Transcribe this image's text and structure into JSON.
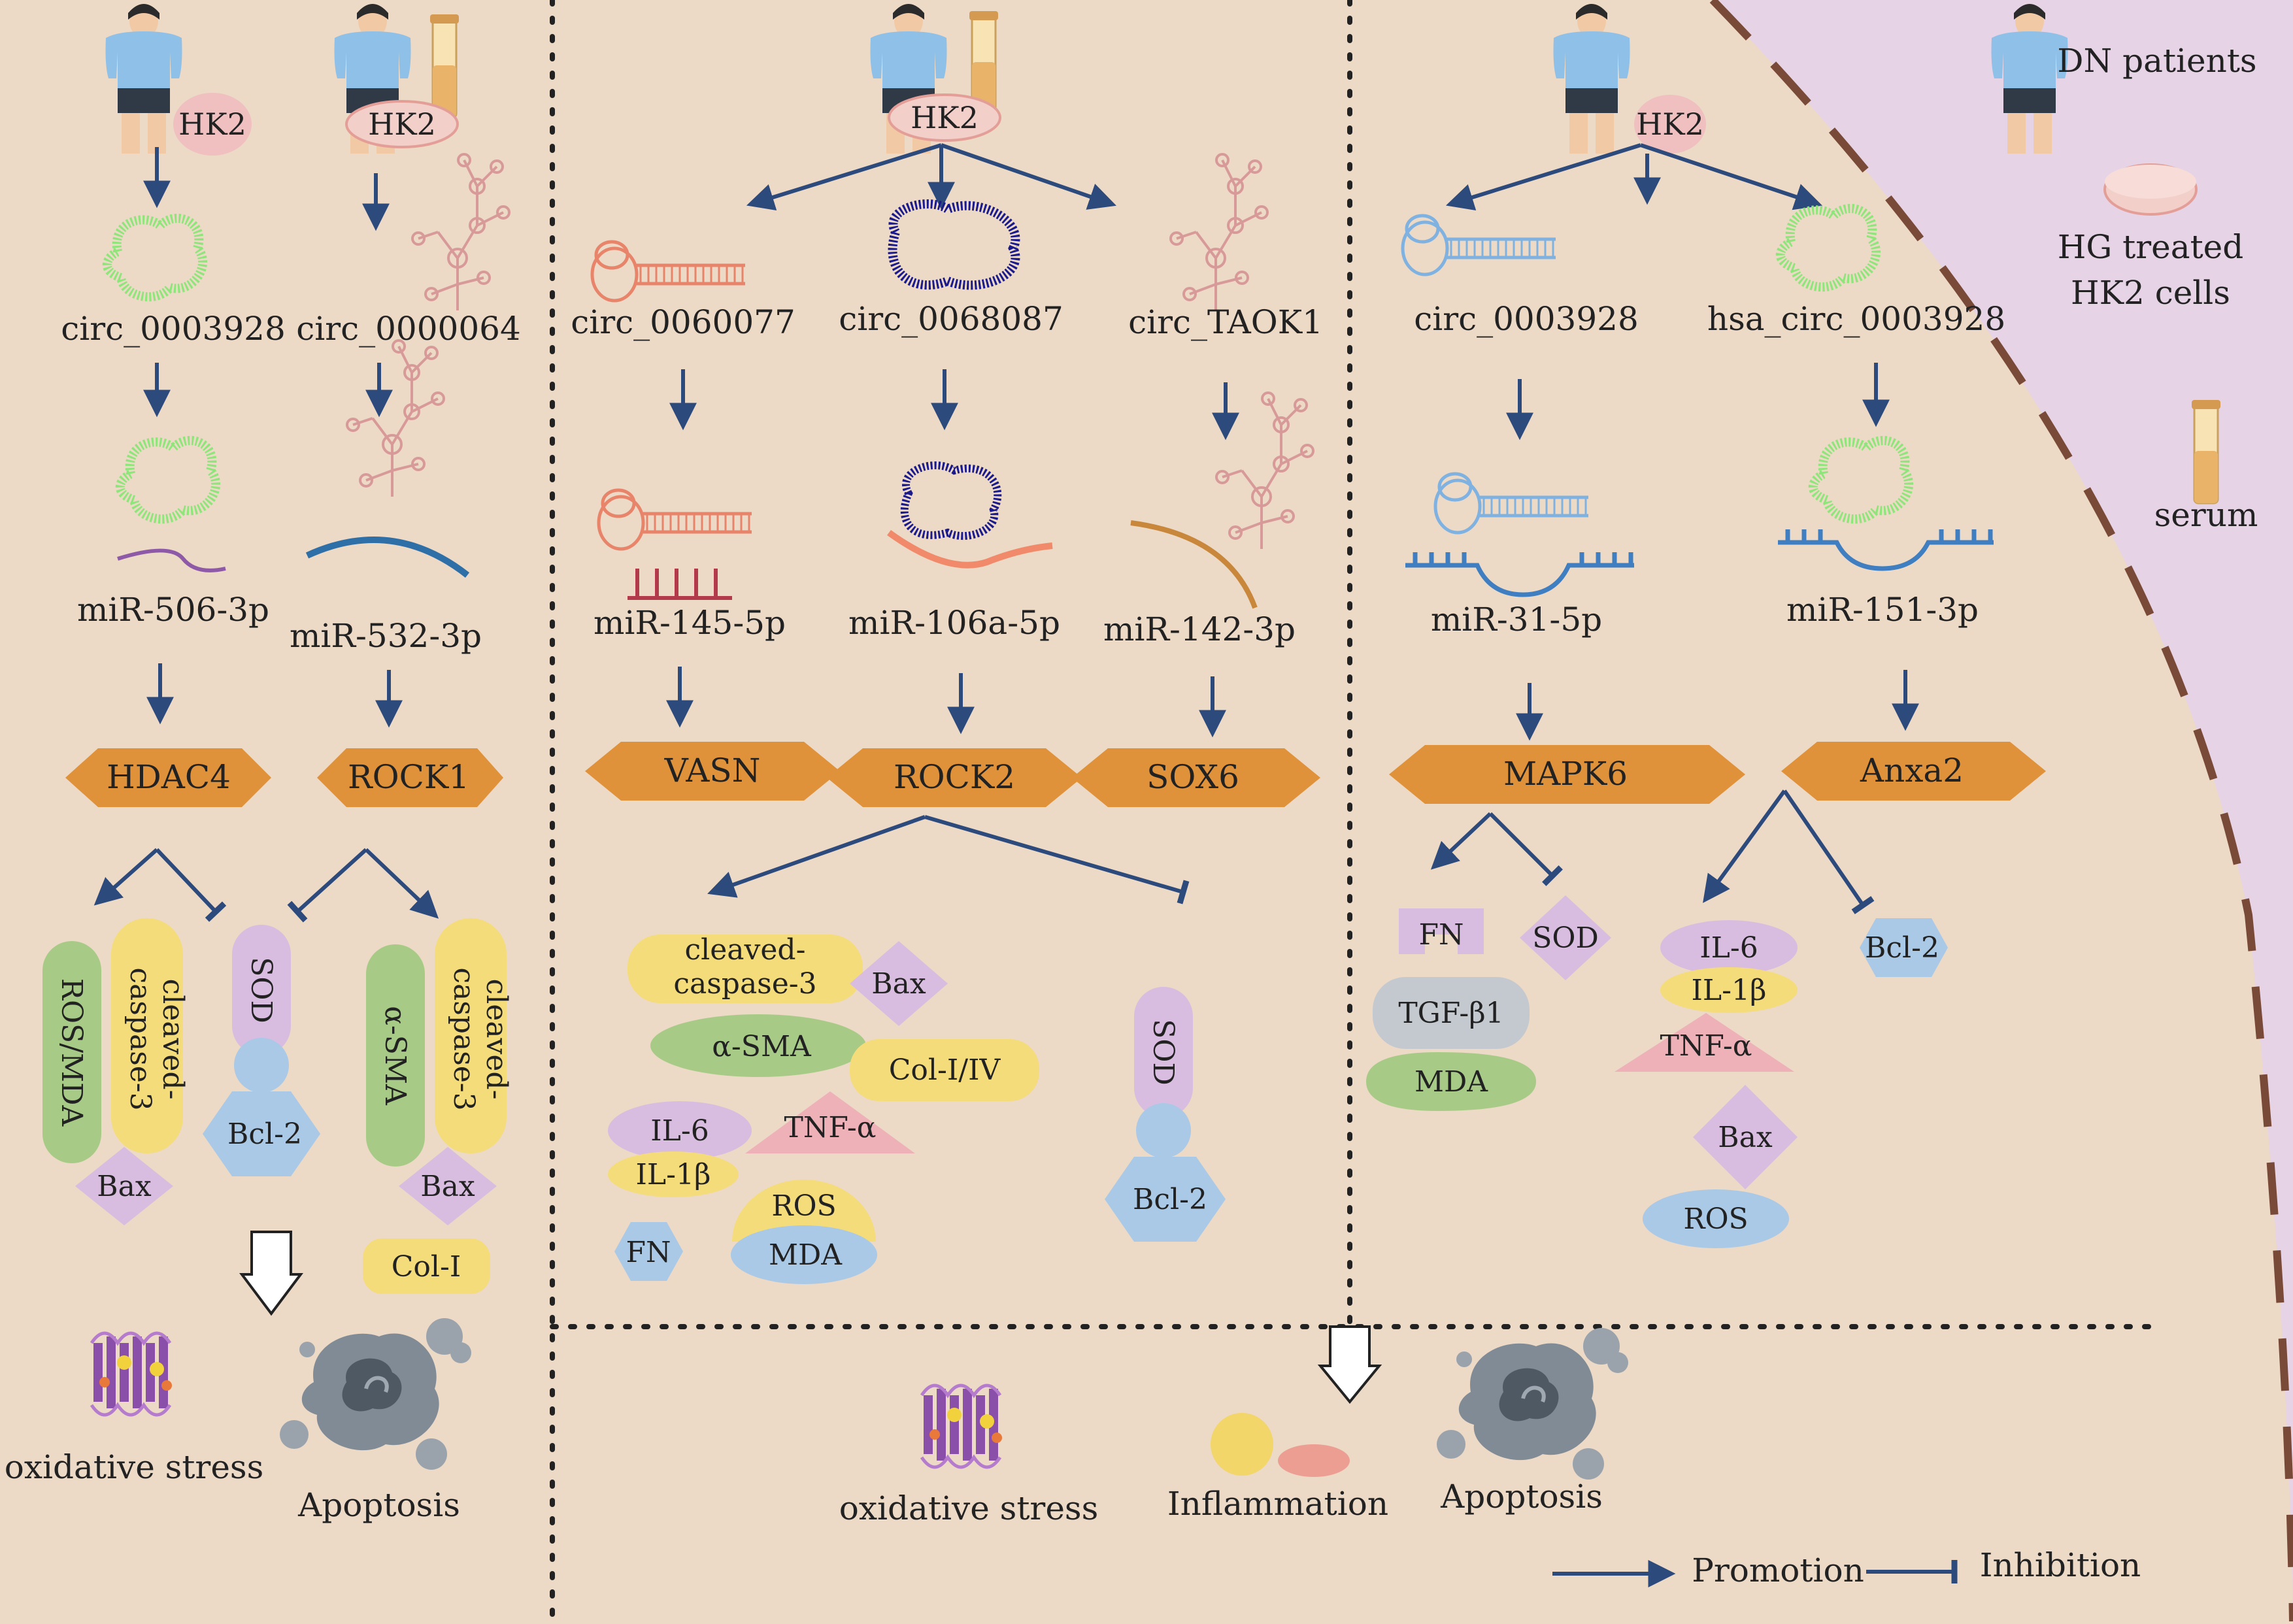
{
  "colors": {
    "background": "#ecd9c6",
    "right_panel": "#e6d3e6",
    "arrow": "#2d4a7c",
    "hexagon": "#e0923a",
    "purple": "#d9bde0",
    "yellow": "#f5dc7a",
    "green": "#a7cb86",
    "blue": "#a9c9e6",
    "pink": "#efb1b8",
    "gray": "#c4c9d0",
    "membrane": "#7a4a38"
  },
  "legend": {
    "dn_patients": "DN patients",
    "hg_cells_line1": "HG treated",
    "hg_cells_line2": "HK2 cells",
    "serum": "serum",
    "promotion": "Promotion",
    "inhibition": "Inhibition"
  },
  "panel1": {
    "hk2_a": "HK2",
    "hk2_b": "HK2",
    "circ_a": "circ_0003928",
    "circ_b": "circ_0000064",
    "mir_a": "miR-506-3p",
    "mir_b": "miR-532-3p",
    "target_a": "HDAC4",
    "target_b": "ROCK1",
    "ros_mda": "ROS/MDA",
    "cleaved_a1": "cleaved-",
    "cleaved_a2": "caspase-3",
    "bax_a": "Bax",
    "sod": "SOD",
    "bcl2": "Bcl-2",
    "asma": "α-SMA",
    "cleaved_b1": "cleaved-",
    "cleaved_b2": "caspase-3",
    "bax_b": "Bax",
    "col1": "Col-I",
    "oxidative": "oxidative stress",
    "apoptosis": "Apoptosis"
  },
  "panel2": {
    "hk2": "HK2",
    "circ_a": "circ_0060077",
    "circ_b": "circ_0068087",
    "circ_c": "circ_TAOK1",
    "mir_a": "miR-145-5p",
    "mir_b": "miR-106a-5p",
    "mir_c": "miR-142-3p",
    "target_a": "VASN",
    "target_b": "ROCK2",
    "target_c": "SOX6",
    "cleaved1": "cleaved-",
    "cleaved2": "caspase-3",
    "bax": "Bax",
    "asma": "α-SMA",
    "col": "Col-I/IV",
    "il6": "IL-6",
    "il1b": "IL-1β",
    "tnfa": "TNF-α",
    "ros": "ROS",
    "mda": "MDA",
    "fn": "FN",
    "sod": "SOD",
    "bcl2": "Bcl-2"
  },
  "panel3": {
    "hk2": "HK2",
    "circ_a": "circ_0003928",
    "circ_b": "hsa_circ_0003928",
    "mir_a": "miR-31-5p",
    "mir_b": "miR-151-3p",
    "target_a": "MAPK6",
    "target_b": "Anxa2",
    "fn": "FN",
    "sod": "SOD",
    "tgfb1": "TGF-β1",
    "mda": "MDA",
    "il6": "IL-6",
    "il1b": "IL-1β",
    "tnfa": "TNF-α",
    "bcl2": "Bcl-2",
    "bax": "Bax",
    "ros": "ROS"
  },
  "bottom": {
    "oxidative": "oxidative stress",
    "inflammation": "Inflammation",
    "apoptosis": "Apoptosis"
  }
}
